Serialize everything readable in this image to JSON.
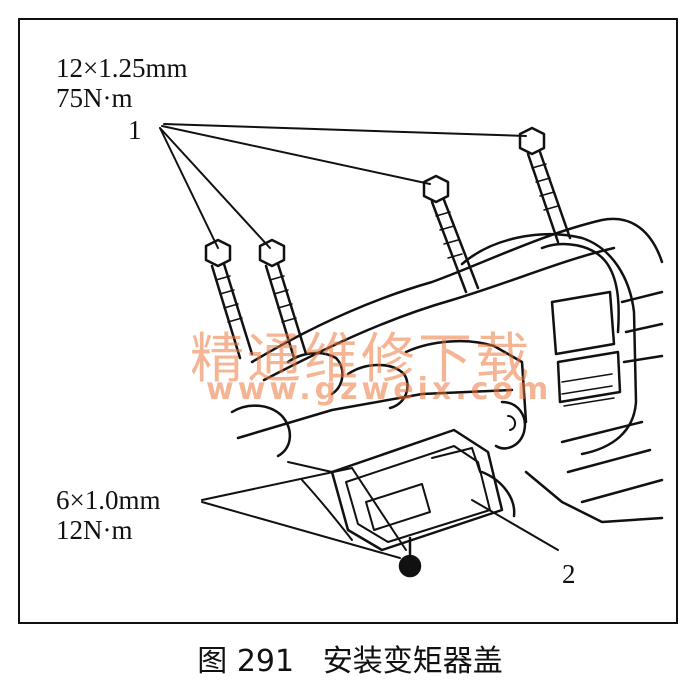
{
  "labels": {
    "bolt1_spec": "12×1.25mm",
    "bolt1_torque": "75N·m",
    "callout1": "1",
    "bolt2_spec": "6×1.0mm",
    "bolt2_torque": "12N·m",
    "callout2": "2"
  },
  "watermark": {
    "cn": "精通维修下载",
    "url": "www.gzweix.com",
    "color": "#ec7a3c"
  },
  "caption": "图 291   安装变矩器盖"
}
